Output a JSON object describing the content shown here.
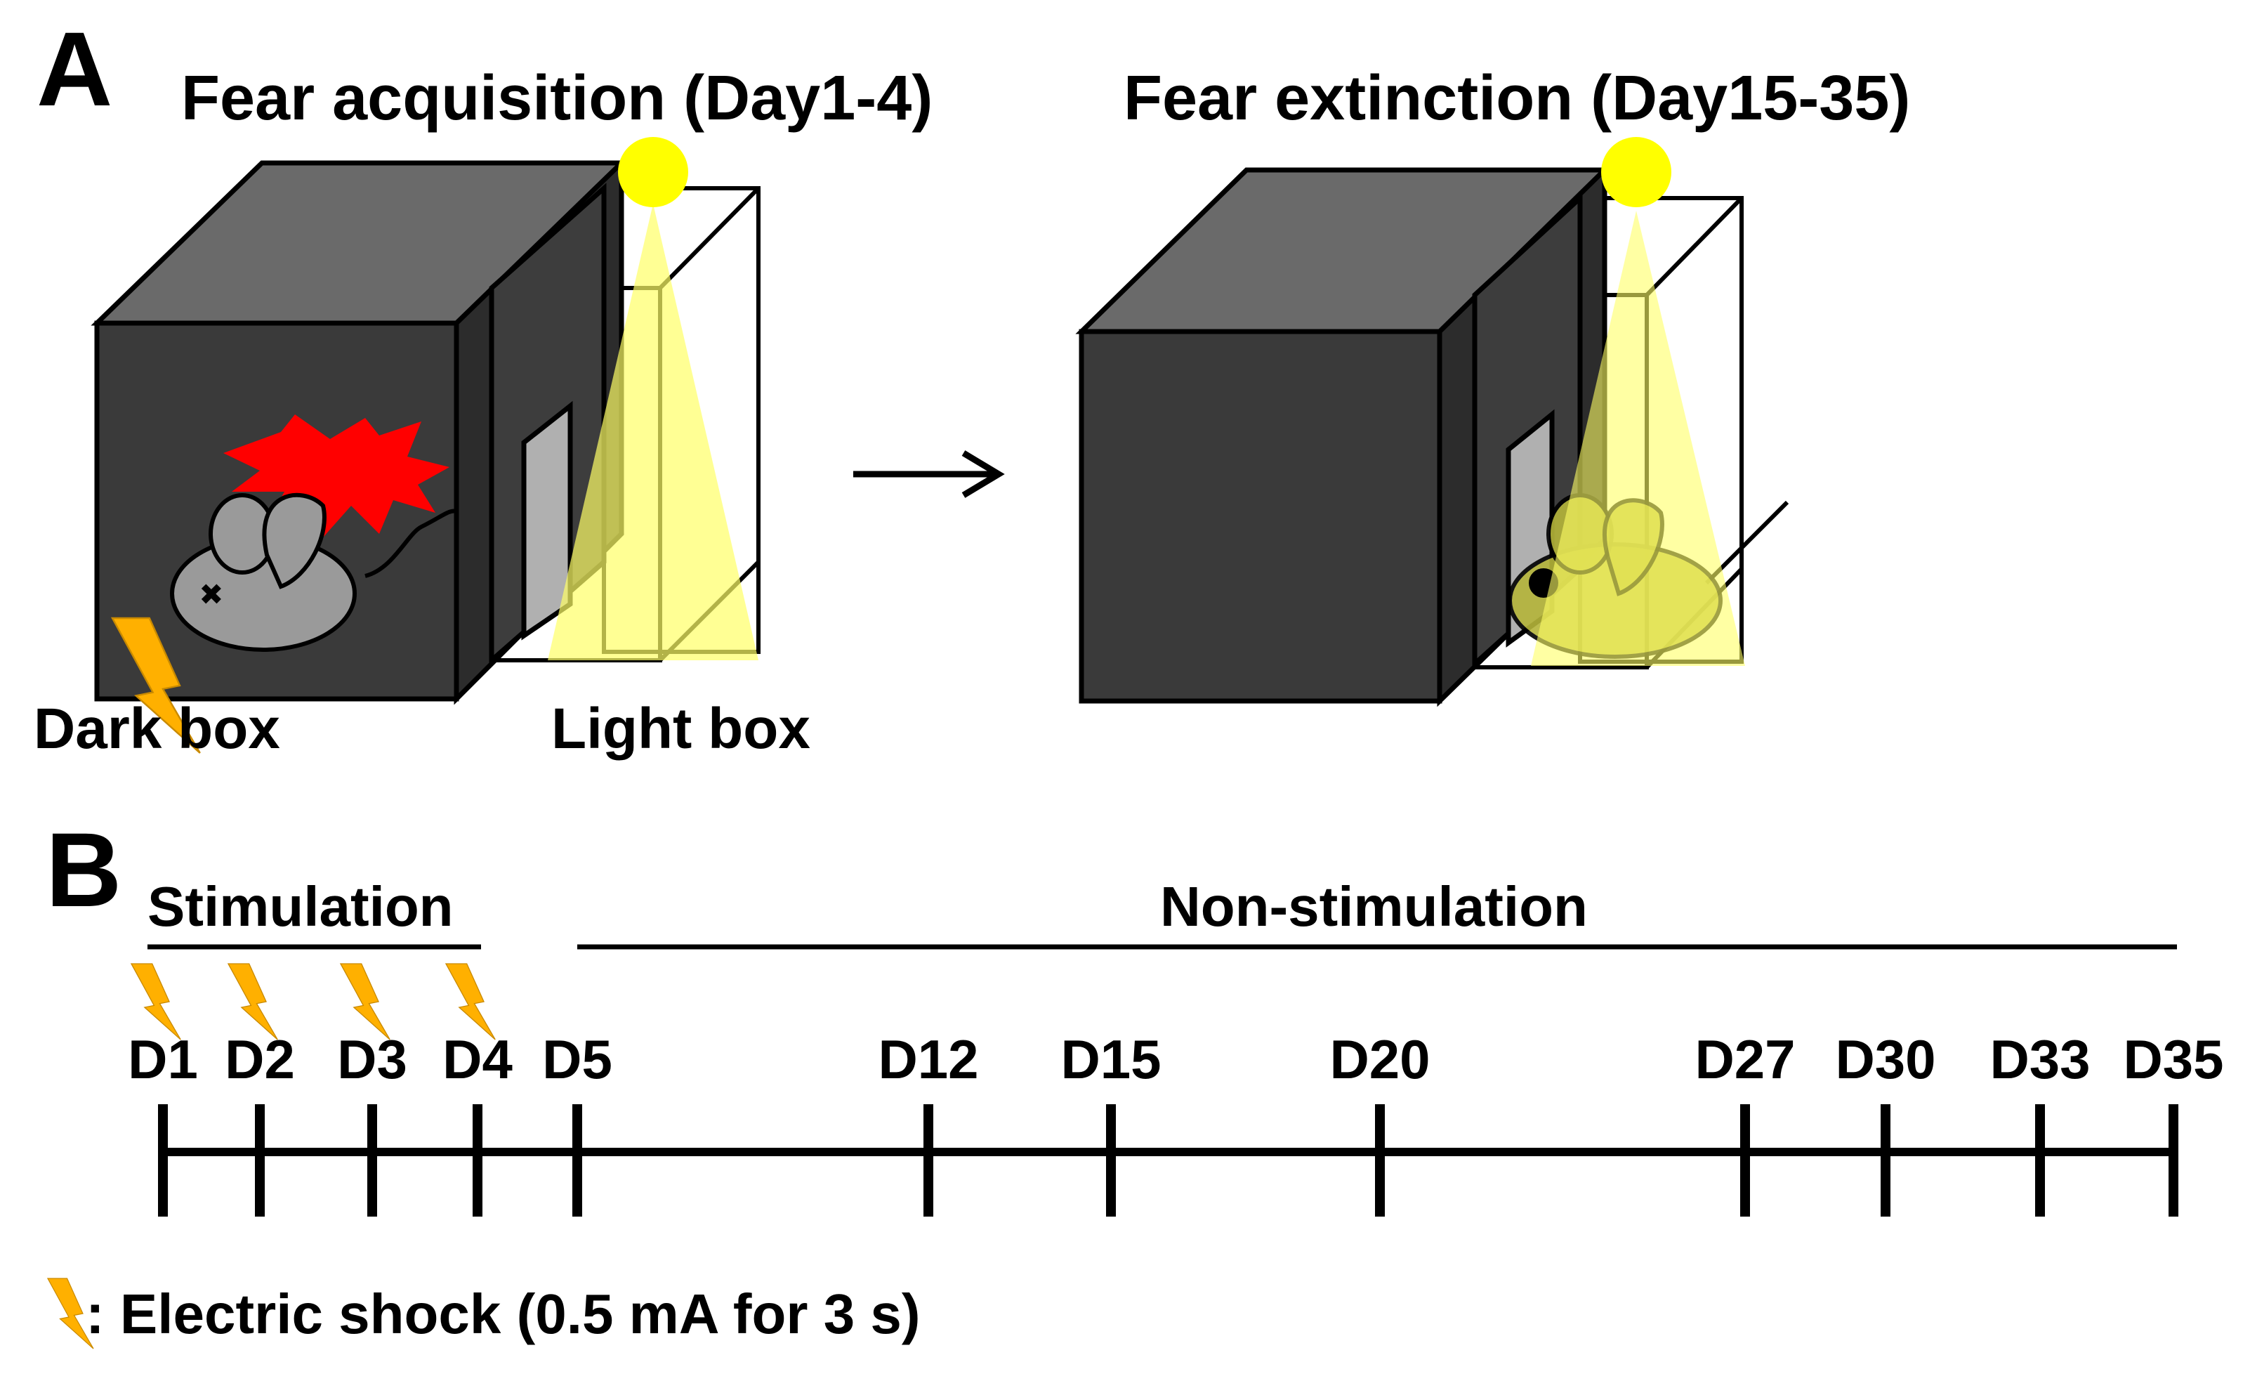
{
  "panel_a": {
    "label": "A",
    "acquisition_title": "Fear acquisition (Day1-4)",
    "extinction_title": "Fear  extinction (Day15-35)",
    "dark_box_label": "Dark box",
    "light_box_label": "Light box"
  },
  "panel_b": {
    "label": "B",
    "stimulation_label": "Stimulation",
    "non_stimulation_label": "Non-stimulation",
    "days": [
      {
        "label": "D1",
        "shock": true
      },
      {
        "label": "D2",
        "shock": true
      },
      {
        "label": "D3",
        "shock": true
      },
      {
        "label": "D4",
        "shock": true
      },
      {
        "label": "D5",
        "shock": false
      },
      {
        "label": "D12",
        "shock": false
      },
      {
        "label": "D15",
        "shock": false
      },
      {
        "label": "D20",
        "shock": false
      },
      {
        "label": "D27",
        "shock": false
      },
      {
        "label": "D30",
        "shock": false
      },
      {
        "label": "D33",
        "shock": false
      },
      {
        "label": "D35",
        "shock": false
      }
    ],
    "legend_text": ": Electric shock (0.5 mA for 3 s)"
  },
  "colors": {
    "box_front": "#3a3a3a",
    "box_top": "#6a6a6a",
    "box_side": "#2c2c2c",
    "light_beam": "#ffff66",
    "lamp": "#ffff00",
    "flash": "#ff0000",
    "shock_bolt": "#ffb000",
    "mouse": "#9a9a9a",
    "door": "#b0b0b0"
  }
}
